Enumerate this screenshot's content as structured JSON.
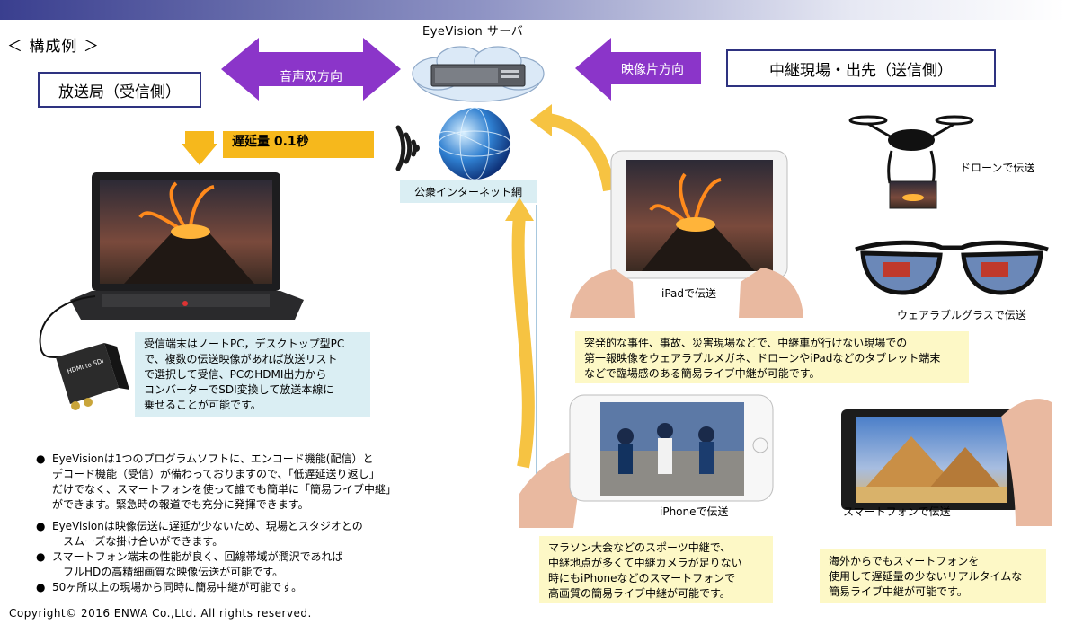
{
  "header": {
    "section_label": "＜ 構成例 ＞",
    "server_label": "EyeVision サーバ",
    "internet_label": "公衆インターネット網"
  },
  "stations": {
    "broadcast": "放送局（受信側）",
    "relay": "中継現場・出先（送信側）"
  },
  "arrows": {
    "bidirectional_audio": "音声双方向",
    "one_way_video": "映像片方向",
    "latency": "遅延量 0.1秒"
  },
  "devices": {
    "converter_label": "HDMI to SDI",
    "ipad_caption": "iPadで伝送",
    "drone_caption": "ドローンで伝送",
    "glasses_caption": "ウェアラブルグラスで伝送",
    "iphone_caption": "iPhoneで伝送",
    "smartphone_caption": "スマートフォンで伝送"
  },
  "notes": {
    "receiver": [
      "受信端末はノートPC，デスクトップ型PC",
      "で、複数の伝送映像があれば放送リスト",
      "で選択して受信、PCのHDMI出力から",
      "コンバーターでSDI変換して放送本線に",
      "乗せることが可能です。"
    ],
    "sudden": [
      "突発的な事件、事故、災害現場などで、中継車が行けない現場での",
      "第一報映像をウェアラブルメガネ、ドローンやiPadなどのタブレット端末",
      "などで臨場感のある簡易ライブ中継が可能です。"
    ],
    "marathon": [
      "マラソン大会などのスポーツ中継で、",
      "中継地点が多くて中継カメラが足りない",
      "時にもiPhoneなどのスマートフォンで",
      "高画質の簡易ライブ中継が可能です。"
    ],
    "overseas": [
      "海外からでもスマートフォンを",
      "使用して遅延量の少ないリアルタイムな",
      "簡易ライブ中継が可能です。"
    ]
  },
  "bullets": [
    {
      "lines": [
        "EyeVisionは1つのプログラムソフトに、エンコード機能(配信）と",
        "デコード機能（受信）が備わっておりますので、「低遅延送り返し」",
        "だけでなく、スマートフォンを使って誰でも簡単に「簡易ライブ中継」",
        "ができます。緊急時の報道でも充分に発揮できます。"
      ]
    },
    {
      "lines": [
        "EyeVisionは映像伝送に遅延が少ないため、現場とスタジオとの",
        "スムーズな掛け合いができます。"
      ]
    },
    {
      "lines": [
        "スマートフォン端末の性能が良く、回線帯域が潤沢であれば",
        "フルHDの高精細画質な映像伝送が可能です。"
      ]
    },
    {
      "lines": [
        "50ヶ所以上の現場から同時に簡易中継が可能です。"
      ]
    }
  ],
  "footer": {
    "copyright": "Copyright© 2016  ENWA Co.,Ltd.   All rights reserved."
  },
  "colors": {
    "purple": "#8b35c9",
    "orange": "#f6b81c",
    "navy": "#2e3280",
    "yellow_note": "#fdf8c6",
    "blue_note": "#daeef3"
  }
}
